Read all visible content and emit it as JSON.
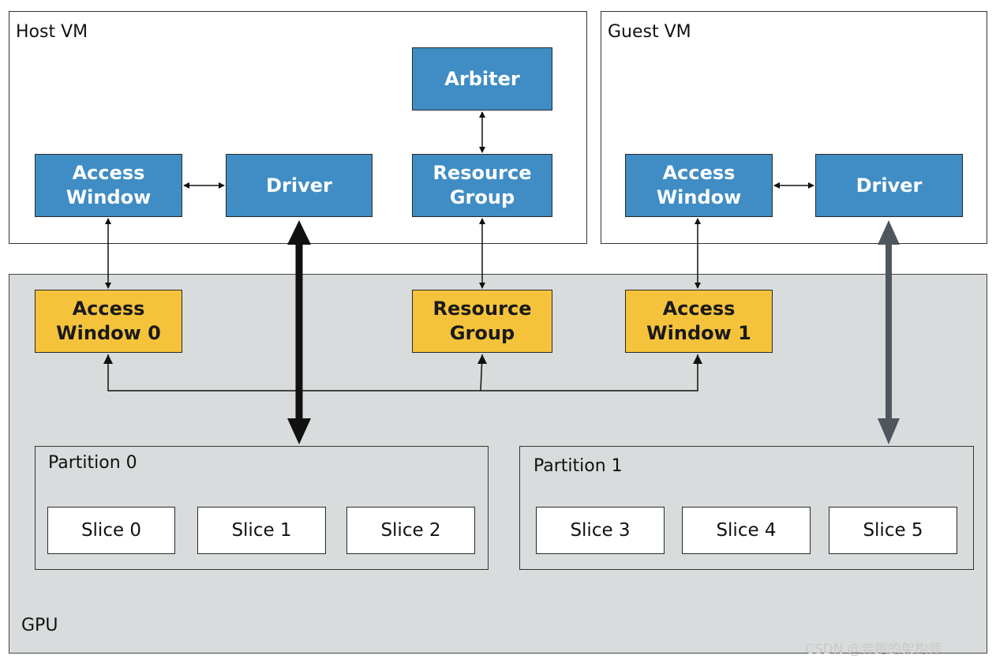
{
  "host_vm": {
    "label": "Host VM",
    "arbiter": "Arbiter",
    "access_window": "Access Window",
    "driver": "Driver",
    "resource_group": "Resource Group"
  },
  "guest_vm": {
    "label": "Guest VM",
    "access_window": "Access Window",
    "driver": "Driver"
  },
  "gpu": {
    "label": "GPU",
    "access_window_0": "Access Window 0",
    "resource_group": "Resource Group",
    "access_window_1": "Access Window 1",
    "partitions": [
      {
        "label": "Partition 0",
        "slices": [
          "Slice 0",
          "Slice 1",
          "Slice 2"
        ]
      },
      {
        "label": "Partition 1",
        "slices": [
          "Slice 3",
          "Slice 4",
          "Slice 5"
        ]
      }
    ]
  },
  "colors": {
    "vm_block": "#3f8dc4",
    "gpu_block": "#f5c33b",
    "gpu_background": "#d9dcdd",
    "guest_link": "#4e565e"
  },
  "watermark": "CSDN @奔跑的架构师"
}
